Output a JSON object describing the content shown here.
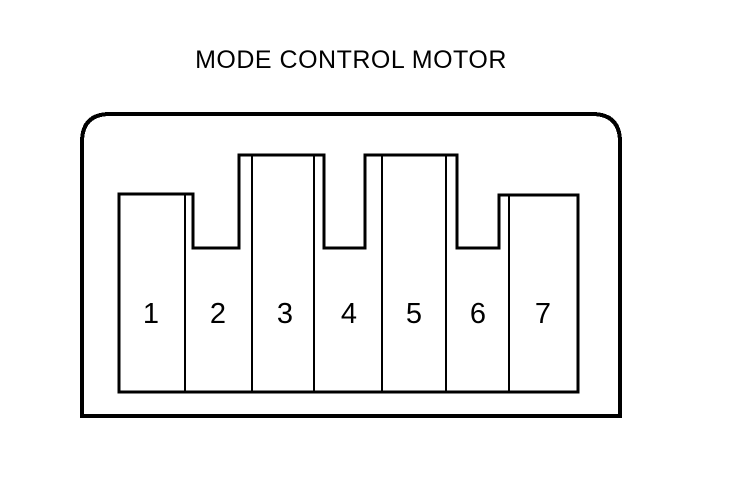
{
  "title": "MODE CONTROL MOTOR",
  "connector": {
    "pin_count": "7",
    "pins": [
      {
        "number": "1"
      },
      {
        "number": "2"
      },
      {
        "number": "3"
      },
      {
        "number": "4"
      },
      {
        "number": "5"
      },
      {
        "number": "6"
      },
      {
        "number": "7"
      }
    ]
  },
  "colors": {
    "line": "#000000",
    "background": "#ffffff"
  }
}
